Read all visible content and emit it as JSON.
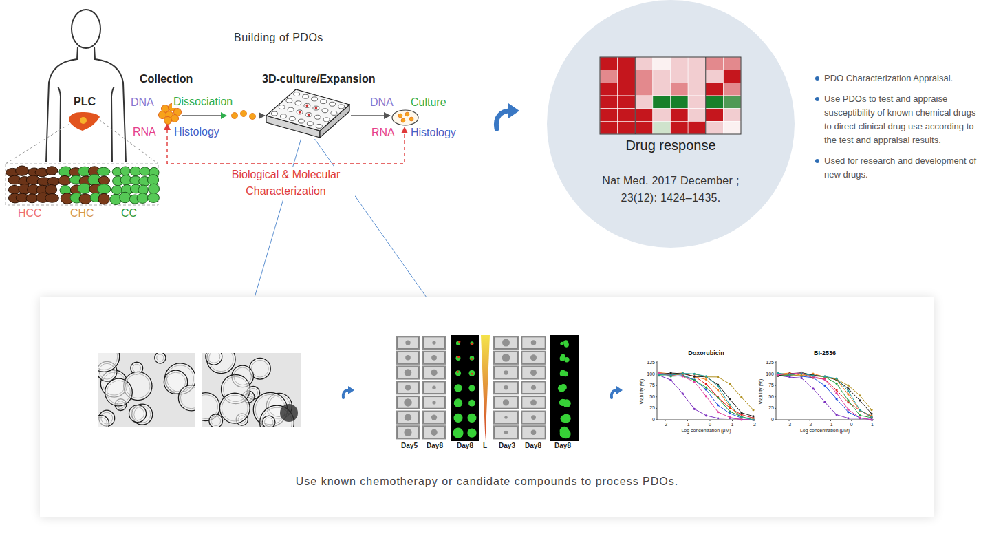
{
  "diagram": {
    "title": "Building of PDOs",
    "nodes": [
      {
        "text": [
          "Collection",
          "DNA",
          "RNA",
          "Histology"
        ]
      },
      {
        "text": [
          "3D-culture/Expansion"
        ]
      },
      {
        "text": [
          "DNA",
          "Culture",
          "RNA",
          "Histology"
        ]
      },
      {
        "text": [
          "Drug response",
          "Nat Med. 2017 December ; 23(12): 1424–1435."
        ]
      },
      {
        "text": [
          "Use known chemotherapy or candidate compounds to process PDOs."
        ]
      }
    ],
    "edges": [
      {
        "from": 0,
        "to": 1,
        "label": "Dissociation",
        "arrow": "to"
      },
      {
        "from": 1,
        "to": 2,
        "arrow": "to"
      },
      {
        "from": 0,
        "to": 2,
        "label": "Biological & Molecular Characterization",
        "arrow": "both"
      },
      {
        "from": 1,
        "to": 4,
        "arrow": "none"
      },
      {
        "from": 1,
        "to": 4,
        "arrow": "none"
      }
    ],
    "labels": [
      "PLC",
      "HCC",
      "CHC",
      "CC",
      "PDO Characterization Appraisal.",
      "Use PDOs to test and appraise susceptibility of known chemical drugs to direct clinical drug use according to the test and appraisal results.",
      "Used for research and development of new drugs.",
      "Day5",
      "Day8",
      "Day8",
      "L",
      "Day3",
      "Day8",
      "Day8",
      "Doxorubicin",
      "125",
      "100",
      "75",
      "50",
      "25",
      "0",
      "-2",
      "-1",
      "0",
      "1",
      "2",
      "Viability (%)",
      "Log concentration (μM)",
      "BI-2536",
      "125",
      "100",
      "75",
      "50",
      "25",
      "0",
      "-3",
      "-2",
      "-1",
      "0",
      "1",
      "Viability (%)",
      "Log concentration (μM)"
    ]
  }
}
